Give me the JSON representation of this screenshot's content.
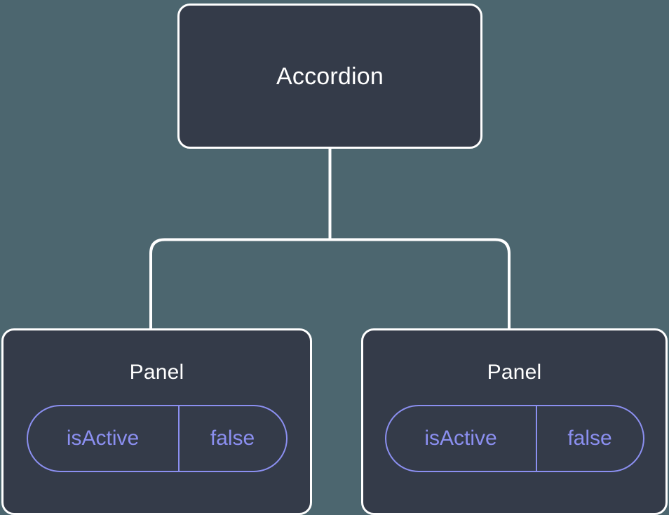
{
  "diagram": {
    "type": "component-tree",
    "background_color": "#4c666f",
    "node_fill_color": "#343b49",
    "node_border_color": "#ffffff",
    "edge_color": "#ffffff",
    "state_accent_color": "#8b8ff0",
    "root": {
      "title": "Accordion"
    },
    "children": [
      {
        "title": "Panel",
        "state": {
          "key": "isActive",
          "value": "false"
        }
      },
      {
        "title": "Panel",
        "state": {
          "key": "isActive",
          "value": "false"
        }
      }
    ]
  }
}
